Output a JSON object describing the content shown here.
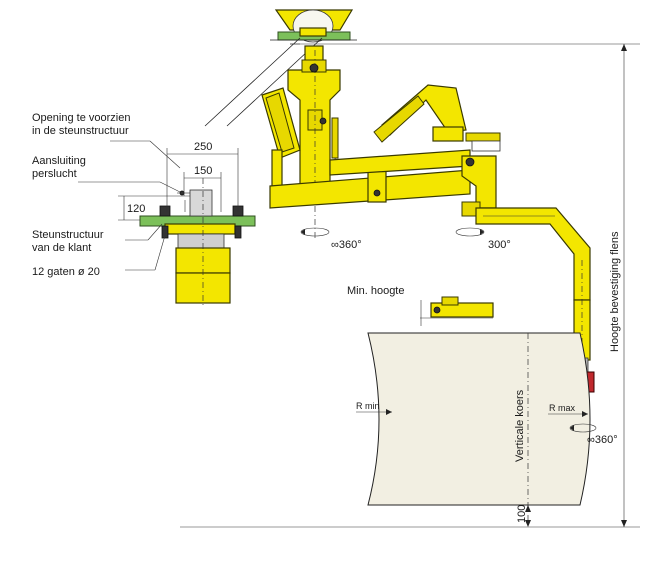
{
  "labels": {
    "opening_line1": "Opening te voorzien",
    "opening_line2": "in de steunstructuur",
    "aansluiting_line1": "Aansluiting",
    "aansluiting_line2": "perslucht",
    "steun_line1": "Steunstructuur",
    "steun_line2": "van de klant",
    "gaten": "12 gaten ø 20",
    "min_hoogte": "Min. hoogte",
    "verticale_koers": "Verticale koers",
    "hoogte_flens": "Hoogte bevestiging flens",
    "r_min": "R min",
    "r_max": "R max"
  },
  "dimensions": {
    "d250": "250",
    "d150": "150",
    "d120": "120",
    "d100": "100"
  },
  "rotations": {
    "base": "∞360°",
    "arm": "300°",
    "head": "∞360°"
  },
  "colors": {
    "machine_yellow": "#f3e600",
    "flange_green": "#7cc05a",
    "gripper_red": "#c0282d",
    "roll_cream": "#f2efe2"
  }
}
